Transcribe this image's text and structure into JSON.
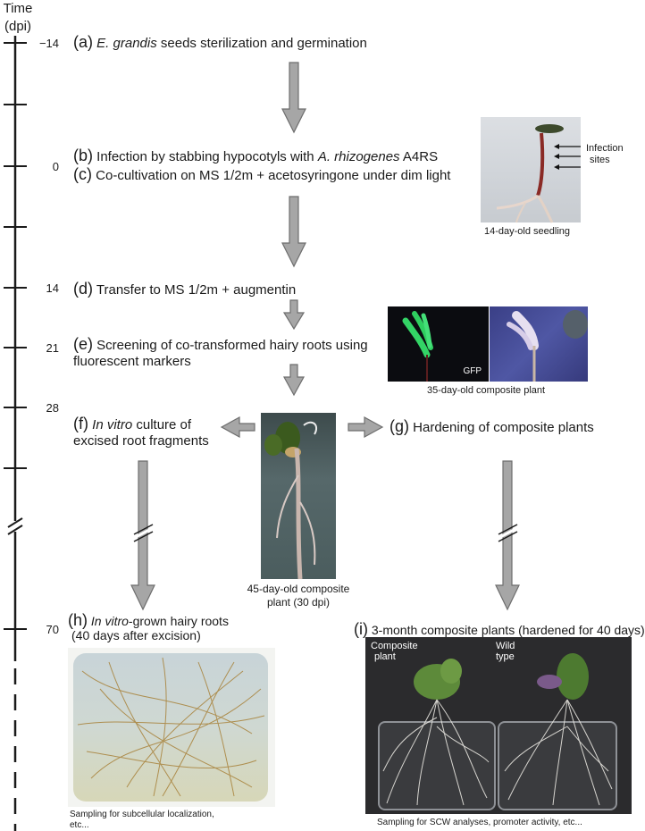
{
  "axis": {
    "title_line1": "Time",
    "title_line2": "(dpi)",
    "labels": [
      "−14",
      "0",
      "14",
      "21",
      "28",
      "70"
    ]
  },
  "steps": {
    "a": {
      "letter": "(a)",
      "italic": "E. grandis",
      "text": " seeds sterilization and germination"
    },
    "b": {
      "letter": "(b)",
      "text": " Infection by stabbing hypocotyls with ",
      "italic": "A. rhizogenes",
      "text2": " A4RS"
    },
    "c": {
      "letter": "(c)",
      "text": " Co-cultivation on MS 1/2m + acetosyringone under dim light"
    },
    "d": {
      "letter": "(d)",
      "text": " Transfer to MS 1/2m + augmentin"
    },
    "e": {
      "letter": "(e)",
      "text": " Screening of co-transformed hairy roots using",
      "line2": "fluorescent markers"
    },
    "f": {
      "letter": "(f)",
      "italic": "In vitro",
      "text": " culture of",
      "line2": "excised root fragments"
    },
    "g": {
      "letter": "(g)",
      "text": " Hardening of composite plants"
    },
    "h": {
      "letter": "(h)",
      "italic": "In vitro",
      "text": "-grown hairy roots",
      "line2": "(40 days after excision)"
    },
    "i": {
      "letter": "(i)",
      "text": " 3-month composite plants (hardened for 40 days)"
    }
  },
  "photos": {
    "seedling": {
      "caption": "14-day-old seedling",
      "annotation_1": "Infection",
      "annotation_2": "sites"
    },
    "composite35": {
      "caption": "35-day-old composite plant",
      "gfp_label": "GFP"
    },
    "composite45": {
      "caption_1": "45-day-old composite",
      "caption_2": "plant (30 dpi)"
    },
    "hairy_roots": {
      "caption_1": "Sampling for subcellular localization,",
      "caption_2": "etc..."
    },
    "plants3m": {
      "label_left_1": "Composite",
      "label_left_2": "plant",
      "label_right_1": "Wild",
      "label_right_2": "type",
      "caption": "Sampling for SCW analyses, promoter activity, etc..."
    }
  },
  "colors": {
    "arrow_fill": "#a6a6a6",
    "arrow_stroke": "#6e6e6e",
    "axis": "#1a1a1a",
    "gfp_green": "#33d466",
    "dark_bg": "#101015"
  }
}
